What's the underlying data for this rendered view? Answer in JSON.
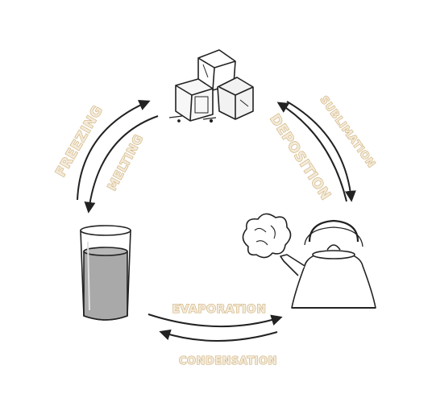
{
  "diagram": {
    "states": [
      {
        "name": "solid",
        "icon": "ice-cubes-icon"
      },
      {
        "name": "liquid",
        "icon": "water-glass-icon"
      },
      {
        "name": "gas",
        "icon": "kettle-steam-icon"
      }
    ],
    "labels": {
      "freezing": "FREEZING",
      "melting": "MELTING",
      "deposition": "DEPOSITION",
      "sublimation": "SUBLIMATION",
      "evaporation": "EVAPORATION",
      "condensation": "CONDENSATION"
    },
    "colors": {
      "label_fill": "#f4ead9",
      "label_outline": "#c9a86a",
      "line": "#222222",
      "water": "#a9a9a9"
    }
  }
}
